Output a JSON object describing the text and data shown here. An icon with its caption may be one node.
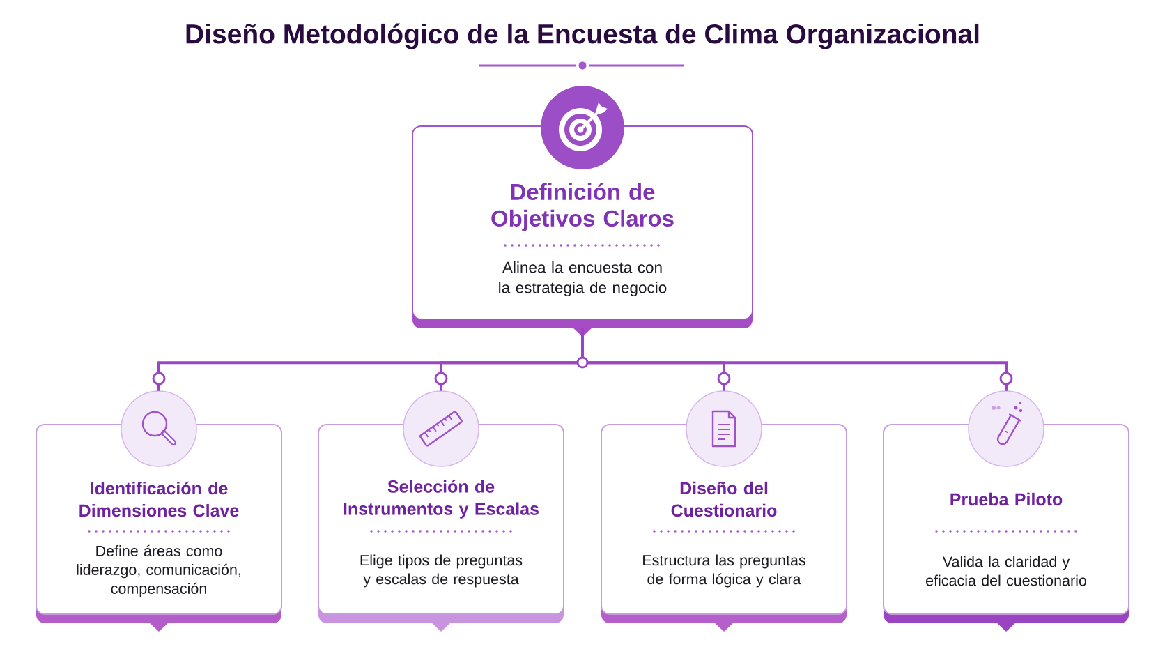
{
  "diagram": {
    "title": "Diseño Metodológico de la Encuesta de Clima Organizacional",
    "nodes": [
      {
        "text": [
          "Definición de Objetivos Claros",
          "Alinea la encuesta con la estrategia de negocio"
        ]
      },
      {
        "text": [
          "Identificación de Dimensiones Clave",
          "Define áreas como liderazgo, comunicación, compensación"
        ]
      },
      {
        "text": [
          "Selección de Instrumentos y Escalas",
          "Elige tipos de preguntas y escalas de respuesta"
        ]
      },
      {
        "text": [
          "Diseño del Cuestionario",
          "Estructura las preguntas de forma lógica y clara"
        ]
      },
      {
        "text": [
          "Prueba Piloto",
          "Valida la claridad y eficacia del cuestionario"
        ]
      }
    ],
    "edges": [
      {
        "from": 0,
        "to": 1,
        "arrow": "none"
      },
      {
        "from": 0,
        "to": 2,
        "arrow": "none"
      },
      {
        "from": 0,
        "to": 3,
        "arrow": "none"
      },
      {
        "from": 0,
        "to": 4,
        "arrow": "none"
      }
    ]
  }
}
